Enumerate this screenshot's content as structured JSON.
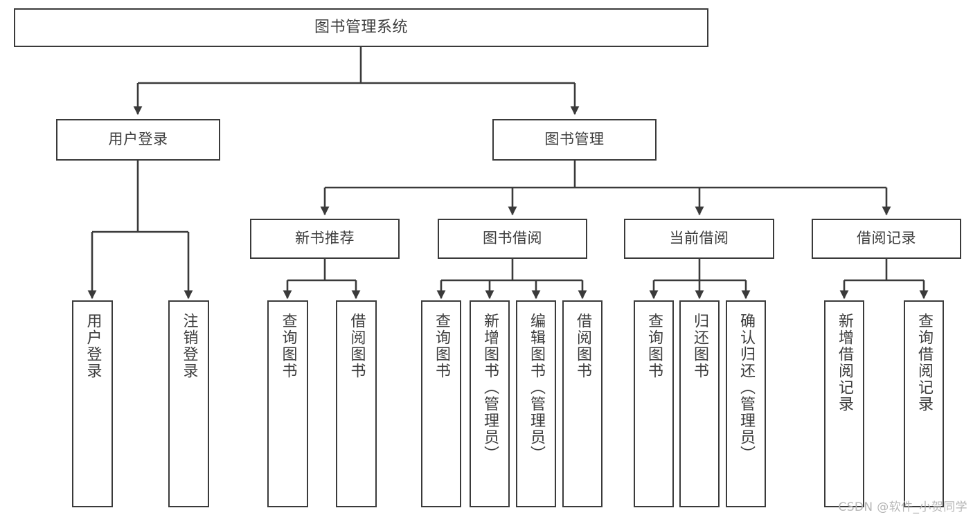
{
  "diagram": {
    "title": "图书管理系统",
    "watermark": "CSDN @软件_小贺同学",
    "stroke_color": "#3a3a3a",
    "text_color": "#3d3d3d",
    "background": "#ffffff",
    "levels": {
      "level1": {
        "label": "图书管理系统"
      },
      "level2": [
        {
          "label": "用户登录"
        },
        {
          "label": "图书管理"
        }
      ],
      "level3": [
        {
          "label": "新书推荐"
        },
        {
          "label": "图书借阅"
        },
        {
          "label": "当前借阅"
        },
        {
          "label": "借阅记录"
        }
      ],
      "level4": {
        "user_login": [
          {
            "label": "用户登录"
          },
          {
            "label": "注销登录"
          }
        ],
        "new_book_recommend": [
          {
            "label": "查询图书"
          },
          {
            "label": "借阅图书"
          }
        ],
        "book_borrow": [
          {
            "label": "查询图书"
          },
          {
            "label": "新增图书（管理员）"
          },
          {
            "label": "编辑图书（管理员）"
          },
          {
            "label": "借阅图书"
          }
        ],
        "current_borrow": [
          {
            "label": "查询图书"
          },
          {
            "label": "归还图书"
          },
          {
            "label": "确认归还（管理员）"
          }
        ],
        "borrow_record": [
          {
            "label": "新增借阅记录"
          },
          {
            "label": "查询借阅记录"
          }
        ]
      }
    }
  }
}
